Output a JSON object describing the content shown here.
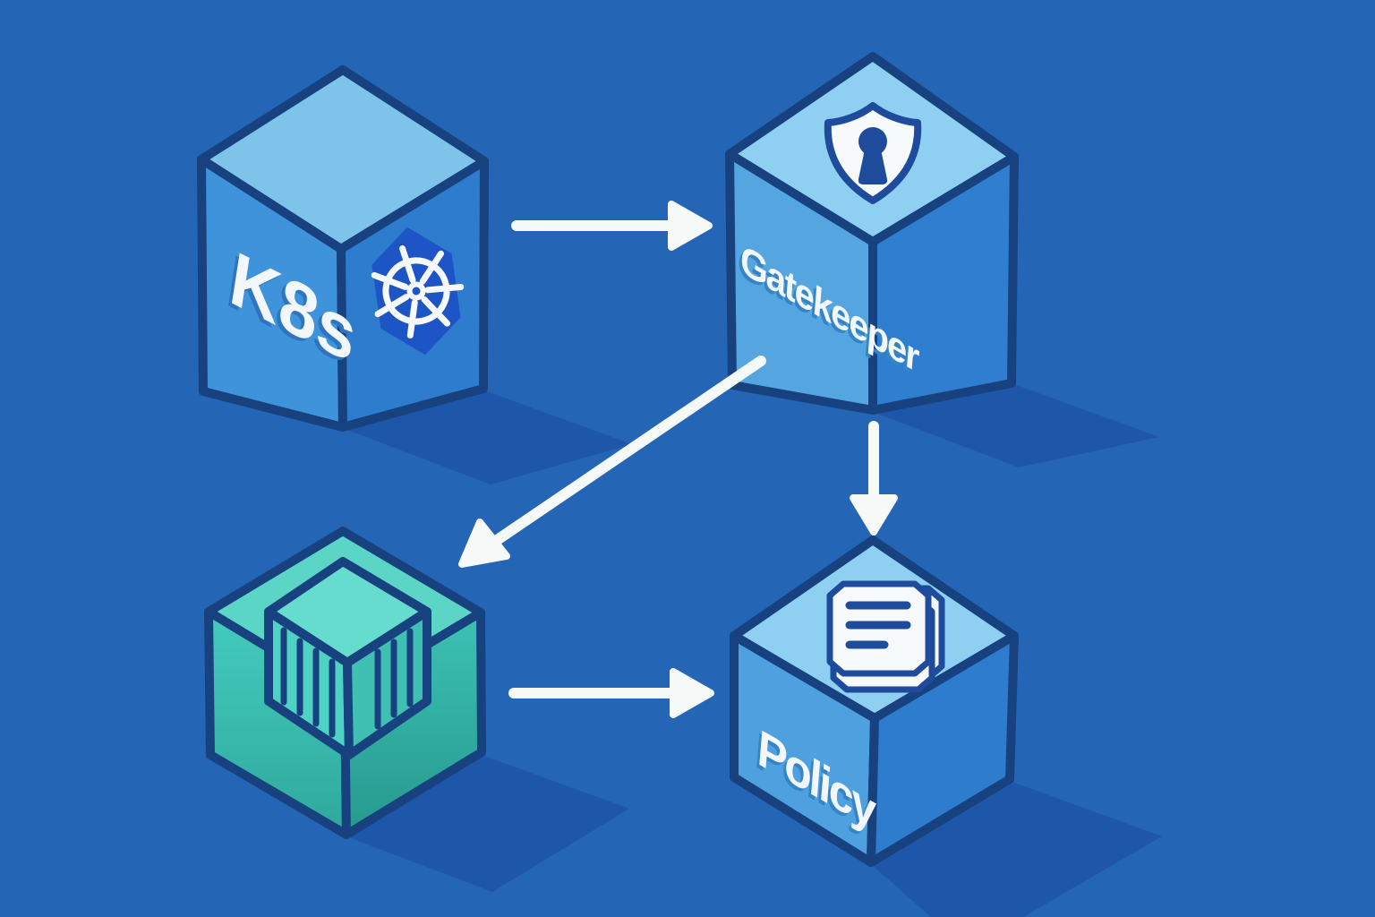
{
  "illustration": {
    "background_color": "#2465B6",
    "shadow_color": "#1E55A8",
    "outline_color": "#18417F",
    "icon_stroke_color": "#1E4B9C",
    "icon_fill_color": "#F7FAFC",
    "arrow_color": "#F5F9F8",
    "label_color": "#F2F7FB",
    "nodes": [
      {
        "id": "k8s",
        "label": "K8s",
        "icon": "kubernetes-helm-icon",
        "badge_color": "#1E55C6",
        "face_colors": {
          "top": "#7EC4EA",
          "left": "#3E93DA",
          "right": "#2E7CCD"
        }
      },
      {
        "id": "gatekeeper",
        "label": "Gatekeeper",
        "icon": "shield-keyhole-icon",
        "face_colors": {
          "top": "#8FD0F2",
          "left": "#55A6E0",
          "right": "#2F7ECF"
        }
      },
      {
        "id": "container",
        "icon": "container-box-icon",
        "face_colors": {
          "top": "#5AD5C6",
          "left": "#44CCBE",
          "right": "#3CC2B4"
        },
        "face_colors_dark": {
          "left": "#2FA89D",
          "right": "#27998F"
        },
        "inner_face_colors": {
          "top": "#66DCCE",
          "left": "#4ED2C3",
          "right": "#3FC0B2"
        }
      },
      {
        "id": "policy",
        "label": "Policy",
        "icon": "policy-documents-icon",
        "face_colors": {
          "top": "#8FD0F2",
          "left": "#4FA0DE",
          "right": "#2E7CCD"
        }
      }
    ],
    "edges": [
      {
        "from": "k8s",
        "to": "gatekeeper",
        "arrow": "right"
      },
      {
        "from": "gatekeeper",
        "to": "container",
        "arrow": "down-left"
      },
      {
        "from": "gatekeeper",
        "to": "policy",
        "arrow": "down"
      },
      {
        "from": "container",
        "to": "policy",
        "arrow": "right"
      }
    ]
  }
}
